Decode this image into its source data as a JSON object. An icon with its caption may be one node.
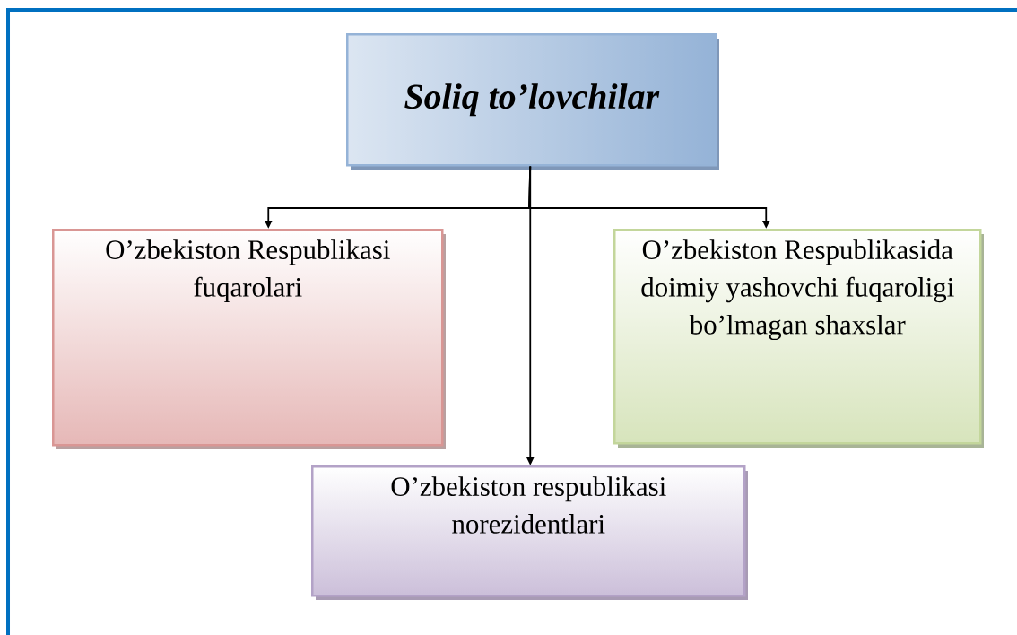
{
  "diagram": {
    "nodes": [
      {
        "text": [
          "Soliq to’lovchilar"
        ]
      },
      {
        "text": [
          "O’zbekiston Respublikasi fuqarolari"
        ]
      },
      {
        "text": [
          "O’zbekiston Respublikasida doimiy yashovchi fuqaroligi bo’lmagan shaxslar"
        ]
      },
      {
        "text": [
          "O’zbekiston respublikasi norezidentlari"
        ]
      }
    ],
    "edges": [
      {
        "from": 0,
        "to": 1,
        "arrow": "to"
      },
      {
        "from": 0,
        "to": 2,
        "arrow": "to"
      },
      {
        "from": 0,
        "to": 3,
        "arrow": "to"
      }
    ]
  }
}
